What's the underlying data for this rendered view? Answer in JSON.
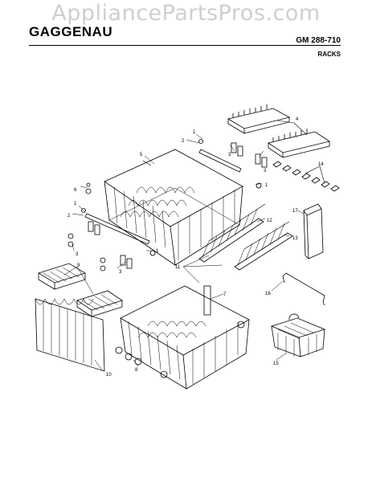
{
  "watermark": "AppliancePartsPros.com",
  "header": {
    "brand": "GAGGENAU",
    "model": "GM 288-710",
    "section": "RACKS"
  },
  "callouts": [
    {
      "label": "1"
    },
    {
      "label": "1"
    },
    {
      "label": "1"
    },
    {
      "label": "1"
    },
    {
      "label": "2"
    },
    {
      "label": "2"
    },
    {
      "label": "3"
    },
    {
      "label": "3"
    },
    {
      "label": "3"
    },
    {
      "label": "3"
    },
    {
      "label": "4"
    },
    {
      "label": "5"
    },
    {
      "label": "6"
    },
    {
      "label": "7"
    },
    {
      "label": "8"
    },
    {
      "label": "9"
    },
    {
      "label": "10"
    },
    {
      "label": "11"
    },
    {
      "label": "12"
    },
    {
      "label": "13"
    },
    {
      "label": "14"
    },
    {
      "label": "15"
    },
    {
      "label": "16"
    },
    {
      "label": "17"
    }
  ],
  "colors": {
    "ink": "#000000",
    "watermark": "#cfcfcf",
    "background": "#ffffff"
  }
}
